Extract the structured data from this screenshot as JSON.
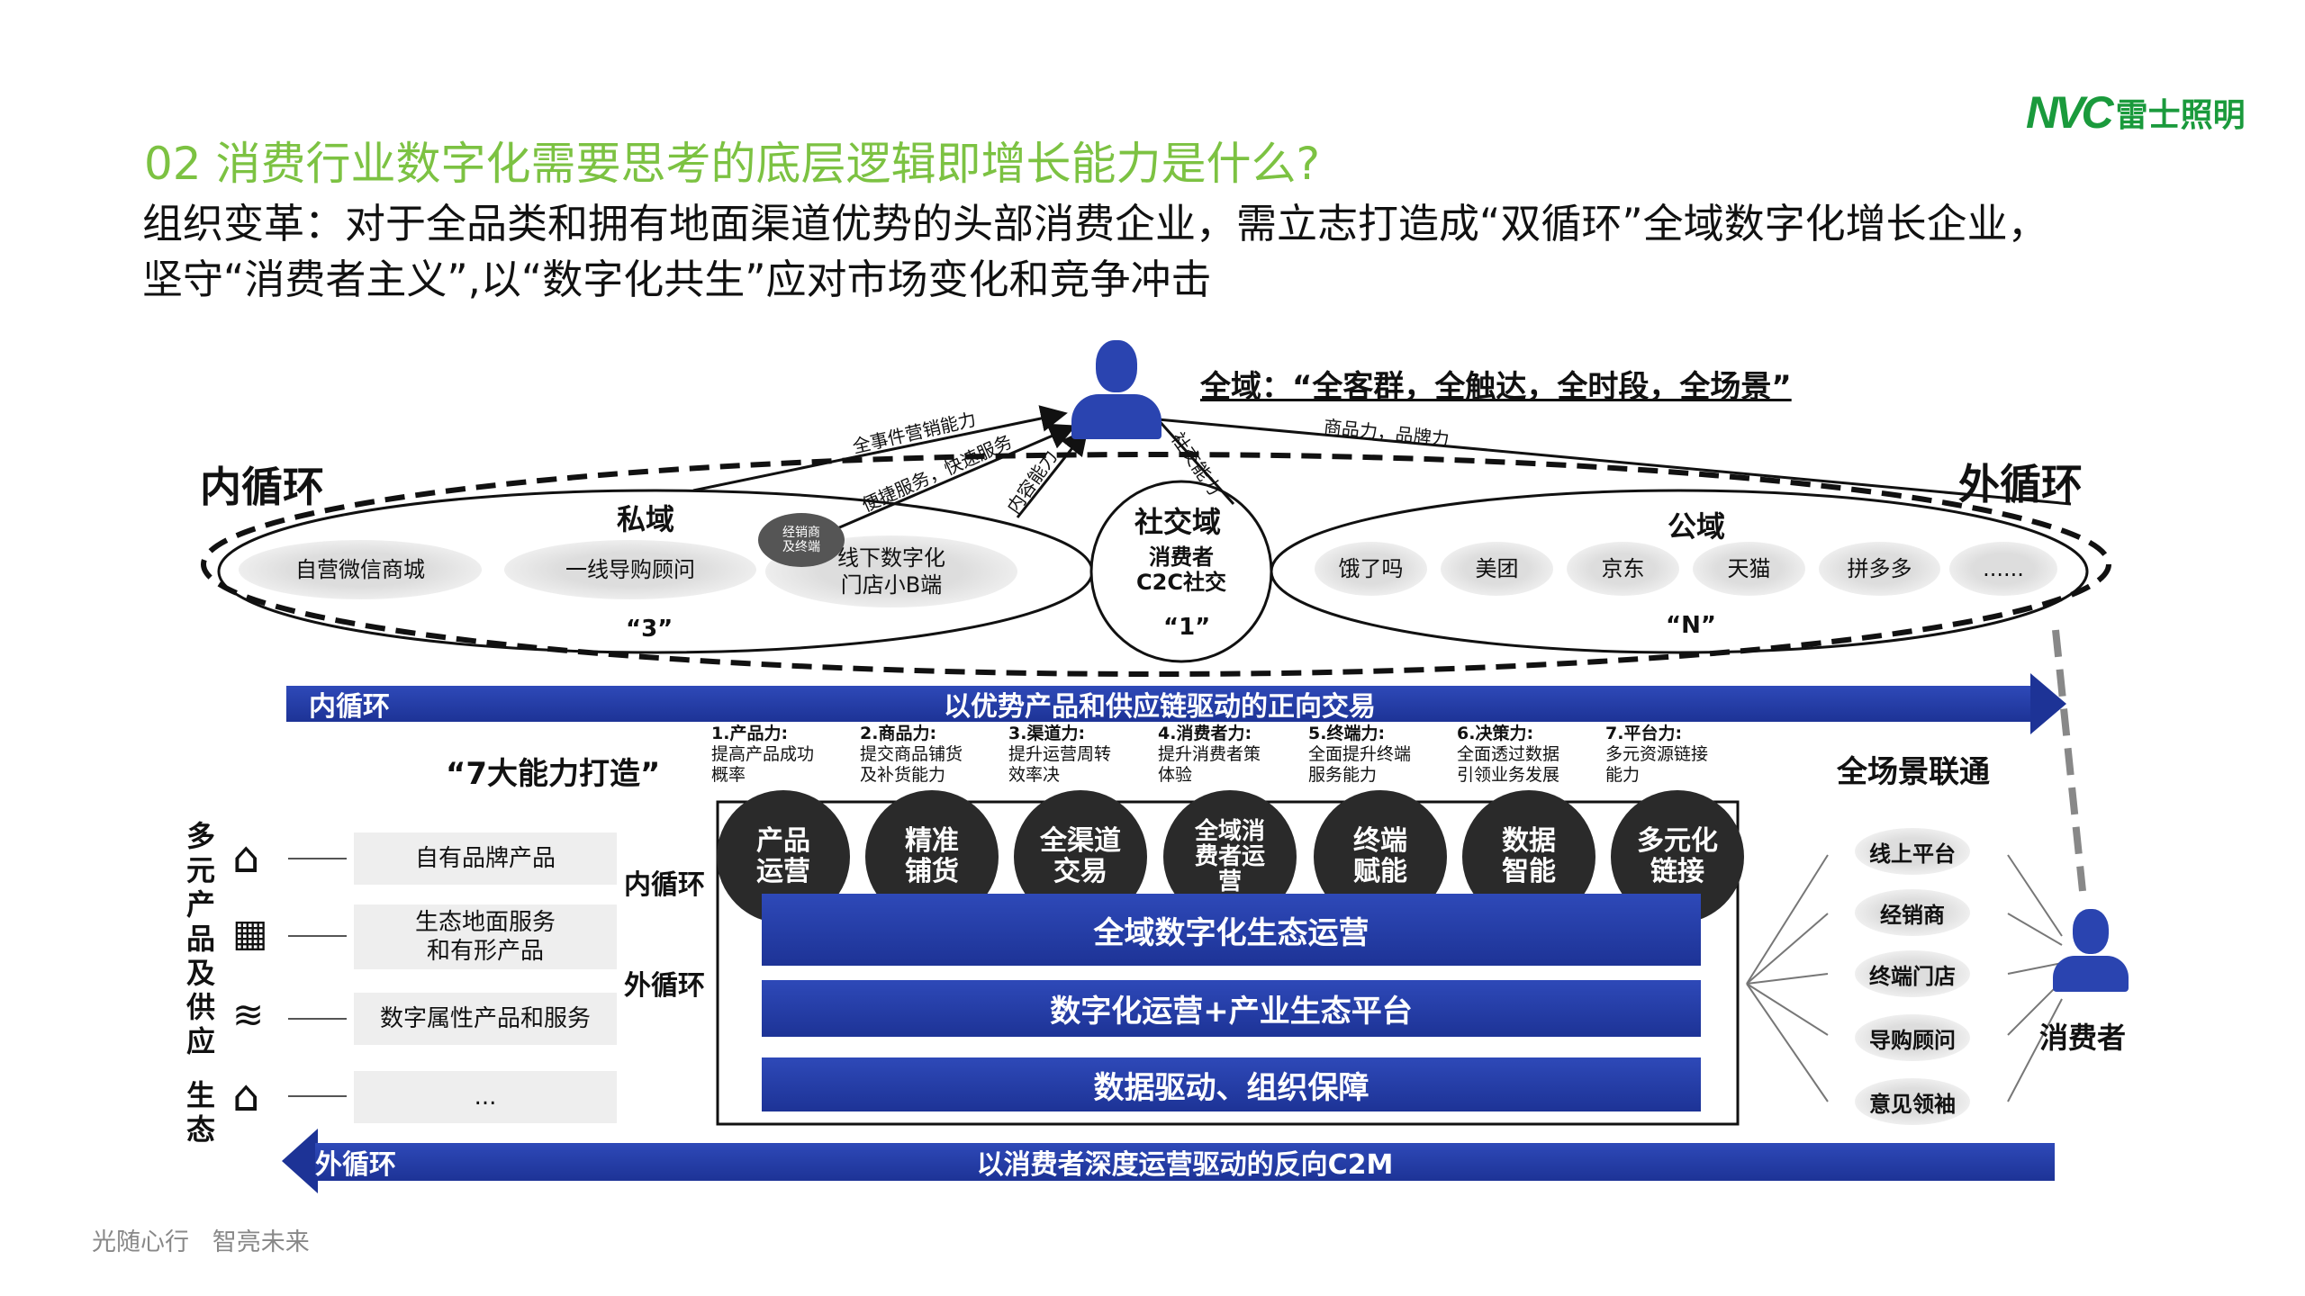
{
  "logo": {
    "mark": "NVC",
    "text": "雷士照明"
  },
  "title": "02 消费行业数字化需要思考的底层逻辑即增长能力是什么?",
  "subtitle": {
    "line1": "组织变革：对于全品类和拥有地面渠道优势的头部消费企业，需立志打造成“双循环”全域数字化增长企业，",
    "line2": "坚守“消费者主义”,以“数字化共生”应对市场变化和竞争冲击"
  },
  "diagram": {
    "quanyu": "全域：“全客群，全触达，全时段，全场景”",
    "inner_loop": "内循环",
    "outer_loop": "外循环",
    "arrows": {
      "a1": "全事件营销能力",
      "a2": "便捷服务，快速服务",
      "a3": "内容能力",
      "a4": "社交能力",
      "a5": "商品力，品牌力"
    },
    "private": {
      "title": "私域",
      "items": [
        "自营微信商城",
        "一线导购顾问",
        "线下数字化\n门店小B端"
      ],
      "badge": "经销商\n及终端",
      "count": "“3”"
    },
    "social": {
      "title": "社交域",
      "body": "消费者\nC2C社交",
      "count": "“1”"
    },
    "public": {
      "title": "公域",
      "items": [
        "饿了吗",
        "美团",
        "京东",
        "天猫",
        "拼多多",
        "......"
      ],
      "count": "“N”"
    },
    "inner_bar": {
      "tag": "内循环",
      "text": "以优势产品和供应链驱动的正向交易"
    },
    "seven": "“7大能力打造”",
    "capabilities": [
      {
        "head": "1.产品力:",
        "desc": "提高产品成功\n概率",
        "circle": "产品\n运营"
      },
      {
        "head": "2.商品力:",
        "desc": "提交商品铺货\n及补货能力",
        "circle": "精准\n铺货"
      },
      {
        "head": "3.渠道力:",
        "desc": "提升运营周转\n效率决",
        "circle": "全渠道\n交易"
      },
      {
        "head": "4.消费者力:",
        "desc": "提升消费者策\n体验",
        "circle": "全域消\n费者运\n营"
      },
      {
        "head": "5.终端力:",
        "desc": "全面提升终端\n服务能力",
        "circle": "终端\n赋能"
      },
      {
        "head": "6.决策力:",
        "desc": "全面透过数据\n引领业务发展",
        "circle": "数据\n智能"
      },
      {
        "head": "7.平台力:",
        "desc": "多元资源链接\n能力",
        "circle": "多元化\n链接"
      }
    ],
    "box_inner": "内循环",
    "box_outer": "外循环",
    "layers": [
      "全域数字化生态运营",
      "数字化运营+产业生态平台",
      "数据驱动、组织保障"
    ],
    "left_vertical": "多元产品及供应",
    "left_vertical2": "生态",
    "left_items": [
      "自有品牌产品",
      "生态地面服务\n和有形产品",
      "数字属性产品和服务",
      "..."
    ],
    "scene": "全场景联通",
    "scene_items": [
      "线上平台",
      "经销商",
      "终端门店",
      "导购顾问",
      "意见领袖"
    ],
    "consumer": "消费者",
    "outer_bar": {
      "tag": "外循环",
      "text": "以消费者深度运营驱动的反向C2M"
    }
  },
  "footer": "光随心行   智亮未来"
}
